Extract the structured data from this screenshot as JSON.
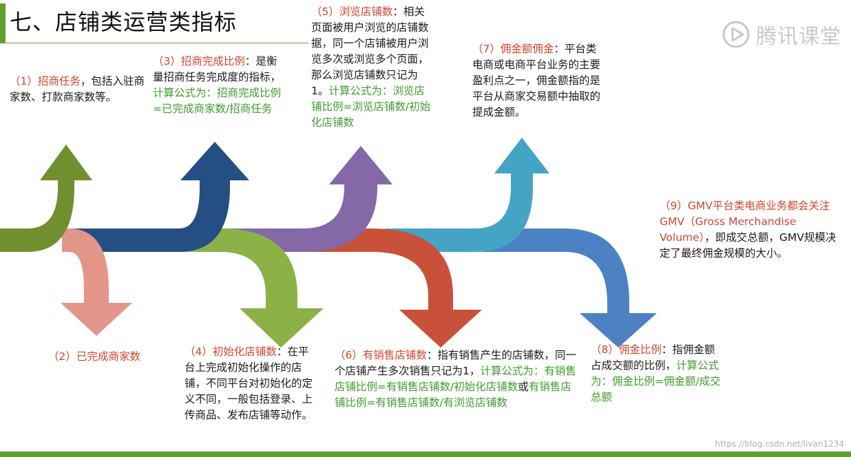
{
  "title": "七、店铺类运营类指标",
  "logo": {
    "text": "腾讯课堂"
  },
  "watermark": "https://blog.csdn.net/livan1234",
  "colors": {
    "arrow1": "#70902f",
    "arrow2": "#e3958a",
    "arrow3": "#244e84",
    "arrow4": "#8cb147",
    "arrow5": "#8468a8",
    "arrow6": "#c9513a",
    "arrow7": "#45a4c4",
    "arrow8": "#4c82c4",
    "accent_red": "#d0452f",
    "accent_green": "#3f9b2e",
    "title_bar": "#5f9f2b"
  },
  "items": [
    {
      "heading": "（1）招商任务",
      "rest": "，包括入驻商家数、打款商家数等。",
      "formula": ""
    },
    {
      "heading": "（2）已完成商家数",
      "rest": "",
      "formula": ""
    },
    {
      "heading": "（3）招商完成比例",
      "rest": "：是衡量招商任务完成度的指标，",
      "formula": "计算公式为：招商完成比例=已完成商家数/招商任务"
    },
    {
      "heading": "（4）初始化店铺数",
      "rest": "：在平台上完成初始化操作的店铺，不同平台对初始化的定义不同，一般包括登录、上传商品、发布店铺等动作。",
      "formula": ""
    },
    {
      "heading": "（5）浏览店铺数",
      "rest": "：相关页面被用户浏览的店铺数据，同一个店铺被用户浏览多次或浏览多个页面，那么浏览店铺数只记为1。",
      "formula": "计算公式为：浏览店铺比例=浏览店铺数/初始化店铺数"
    },
    {
      "heading": "（6）有销售店铺数",
      "rest": "：指有销售产生的店铺数，同一个店铺产生多次销售只记为1，",
      "formula": "计算公式为：有销售店铺比例=有销售店铺数/初始化店铺数",
      "mid": "或",
      "formula2": "有销售店铺比例=有销售店铺数/有浏览店铺数"
    },
    {
      "heading": "（7）佣金额佣金",
      "rest": "：平台类电商或电商平台业务的主要盈利点之一，佣金额指的是平台从商家交易额中抽取的提成金额。",
      "formula": ""
    },
    {
      "heading": "（8）佣金比例",
      "rest": "：指佣金额占成交额的比例，",
      "formula": "计算公式为：佣金比例=佣金额/成交总额"
    },
    {
      "heading": "（9）GMV平台类电商业务都会关注GMV（Gross Merchandise Volume）",
      "rest": "，即成交总额，GMV规模决定了最终佣金规模的大小。",
      "formula": ""
    }
  ]
}
